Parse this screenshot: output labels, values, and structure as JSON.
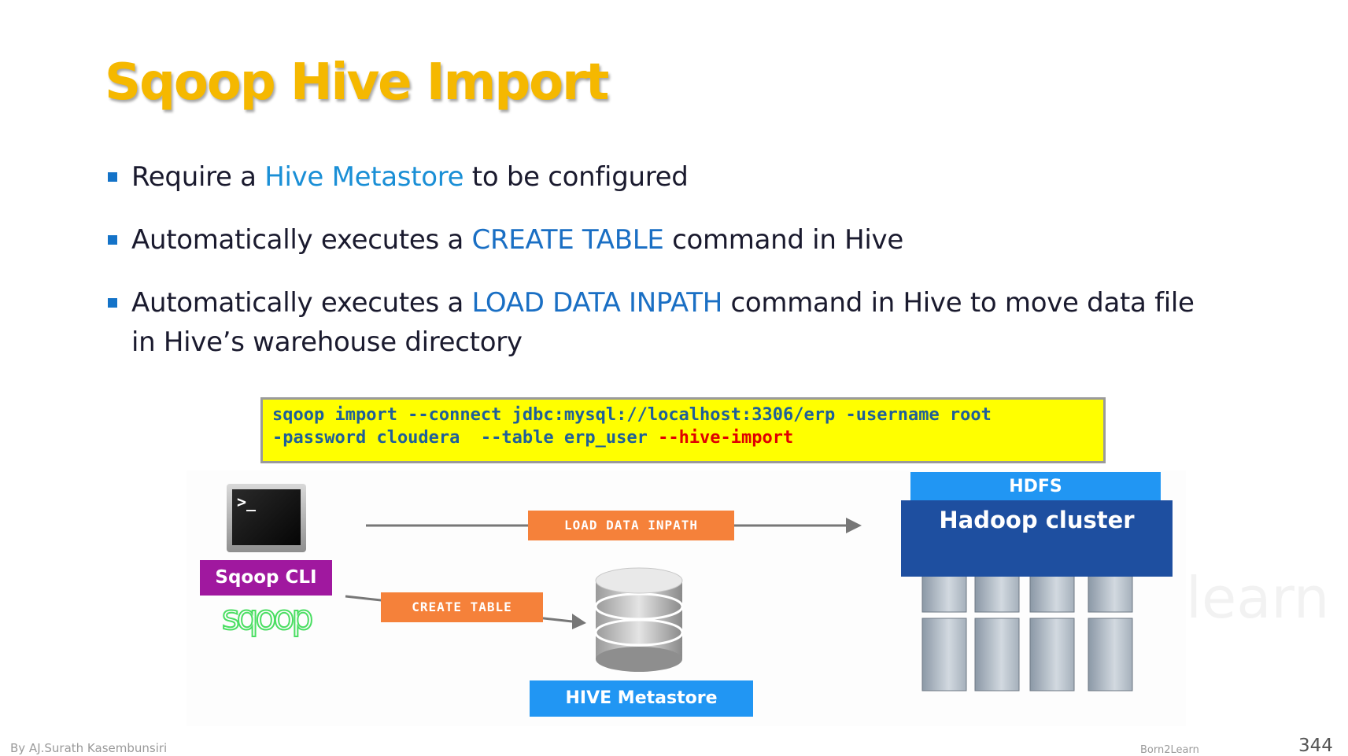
{
  "slide": {
    "title": "Sqoop Hive Import",
    "bullets": [
      {
        "pre": "Require a ",
        "highlight": "Hive Metastore",
        "post": " to be configured"
      },
      {
        "pre": "Automatically executes a ",
        "highlight": "CREATE TABLE",
        "post": " command in Hive"
      },
      {
        "pre": "Automatically executes a ",
        "highlight": "LOAD DATA INPATH",
        "post": " command in Hive to move data file in Hive’s warehouse directory"
      }
    ],
    "command": {
      "line1": "sqoop import --connect jdbc:mysql://localhost:3306/erp -username root",
      "line2_main": "-password cloudera  --table erp_user ",
      "line2_red": "--hive-import"
    },
    "diagram": {
      "terminal_prompt": ">_",
      "sqoop_cli": "Sqoop CLI",
      "sqoop_logo": "sqoop",
      "load_label": "LOAD DATA INPATH",
      "create_label": "CREATE TABLE",
      "metastore_label": "HIVE Metastore",
      "hdfs_label": "HDFS",
      "cluster_label": "Hadoop cluster",
      "watermark": "learn"
    },
    "footer": {
      "author": "By AJ.Surath Kasembunsiri",
      "brand": "Born2Learn",
      "page": "344"
    },
    "colors": {
      "title": "#f5b800",
      "highlight": "#1a8fd6",
      "command_bg": "#ffff00",
      "command_text": "#1f5f99",
      "orange": "#f5813a",
      "blue": "#2196f3",
      "cluster": "#1e4fa0",
      "sqoop_purple": "#a0189f"
    }
  }
}
